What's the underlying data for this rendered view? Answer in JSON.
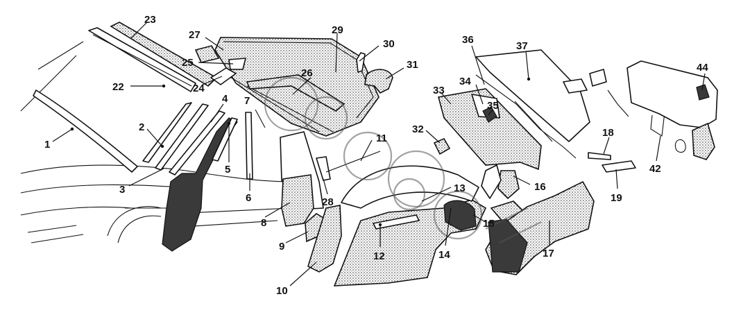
{
  "colors": {
    "ink": "#111111",
    "paper": "#ffffff",
    "dark_fill": "#3a3a3a"
  },
  "callouts": {
    "c1": "1",
    "c2": "2",
    "c3": "3",
    "c4": "4",
    "c5": "5",
    "c6": "6",
    "c7": "7",
    "c8": "8",
    "c9": "9",
    "c10": "10",
    "c11": "11",
    "c12": "12",
    "c13": "13",
    "c14": "14",
    "c15": "15",
    "c16": "16",
    "c17": "17",
    "c18": "18",
    "c19": "19",
    "c22": "22",
    "c23": "23",
    "c24": "24",
    "c25": "25",
    "c26": "26",
    "c27": "27",
    "c28": "28",
    "c29": "29",
    "c30": "30",
    "c31": "31",
    "c32": "32",
    "c33": "33",
    "c34": "34",
    "c35": "35",
    "c36": "36",
    "c37": "37",
    "c42": "42",
    "c44": "44"
  }
}
